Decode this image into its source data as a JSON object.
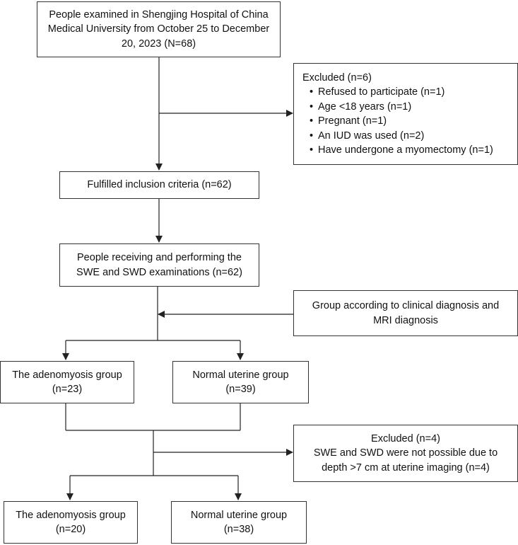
{
  "boxes": {
    "examined": [
      "People examined in Shengjing Hospital of China",
      "Medical University from October 25 to December",
      "20, 2023 (N=68)"
    ],
    "excluded1": {
      "title": "Excluded (n=6)",
      "items": [
        "Refused to participate (n=1)",
        "Age <18 years (n=1)",
        "Pregnant (n=1)",
        "An IUD was used (n=2)",
        "Have undergone a myomectomy (n=1)"
      ]
    },
    "inclusion": [
      "Fulfilled inclusion criteria (n=62)"
    ],
    "receiving": [
      "People receiving and performing the",
      "SWE and SWD examinations (n=62)"
    ],
    "group_by": [
      "Group according to clinical diagnosis and",
      "MRI diagnosis"
    ],
    "adeno1": [
      "The adenomyosis group",
      "(n=23)"
    ],
    "normal1": [
      "Normal uterine group",
      "(n=39)"
    ],
    "excluded2": [
      "Excluded (n=4)",
      "SWE and SWD were not possible due to",
      "depth >7 cm at uterine imaging (n=4)"
    ],
    "adeno2": [
      "The adenomyosis group",
      "(n=20)"
    ],
    "normal2": [
      "Normal uterine group",
      "(n=38)"
    ]
  }
}
